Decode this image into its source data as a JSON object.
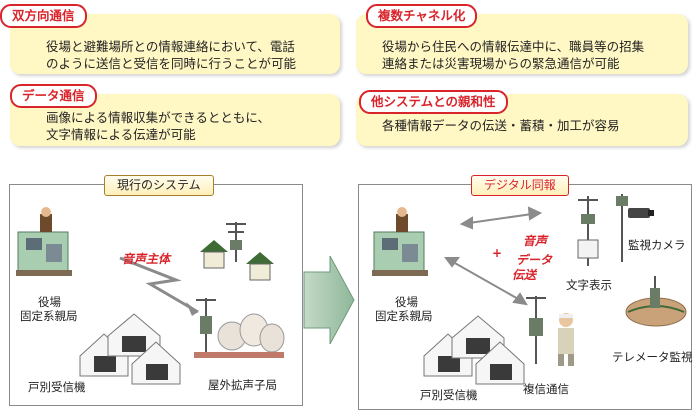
{
  "features": [
    {
      "title": "双方向通信",
      "lines": [
        "役場と避難場所との情報連絡において、電話",
        "のように送信と受信を同時に行うことが可能"
      ]
    },
    {
      "title": "複数チャネル化",
      "lines": [
        "役場から住民への情報伝達中に、職員等の招集",
        "連絡または災害現場からの緊急通信が可能"
      ]
    },
    {
      "title": "データ通信",
      "lines": [
        "画像による情報収集ができるとともに、",
        "文字情報による伝達が可能"
      ]
    },
    {
      "title": "他システムとの親和性",
      "lines": [
        "各種情報データの伝送・蓄積・加工が容易"
      ]
    }
  ],
  "current_system": {
    "title": "現行のシステム",
    "voice_label": "音声主体",
    "station_label": [
      "役場",
      "固定系親局"
    ],
    "receiver_label": "戸別受信機",
    "speaker_label": "屋外拡声子局"
  },
  "digital_system": {
    "title": "デジタル同報",
    "voice_data_label": [
      "音声",
      "+",
      "データ",
      "伝送"
    ],
    "station_label": [
      "役場",
      "固定系親局"
    ],
    "receiver_label": "戸別受信機",
    "text_display_label": "文字表示",
    "camera_label": "監視カメラ",
    "duplex_label": "複信通信",
    "telemeter_label": "テレメータ監視"
  },
  "colors": {
    "accent_red": "#d9242b",
    "feature_bg": "#fff7c4",
    "arrow_green": "#9bc0a3"
  }
}
